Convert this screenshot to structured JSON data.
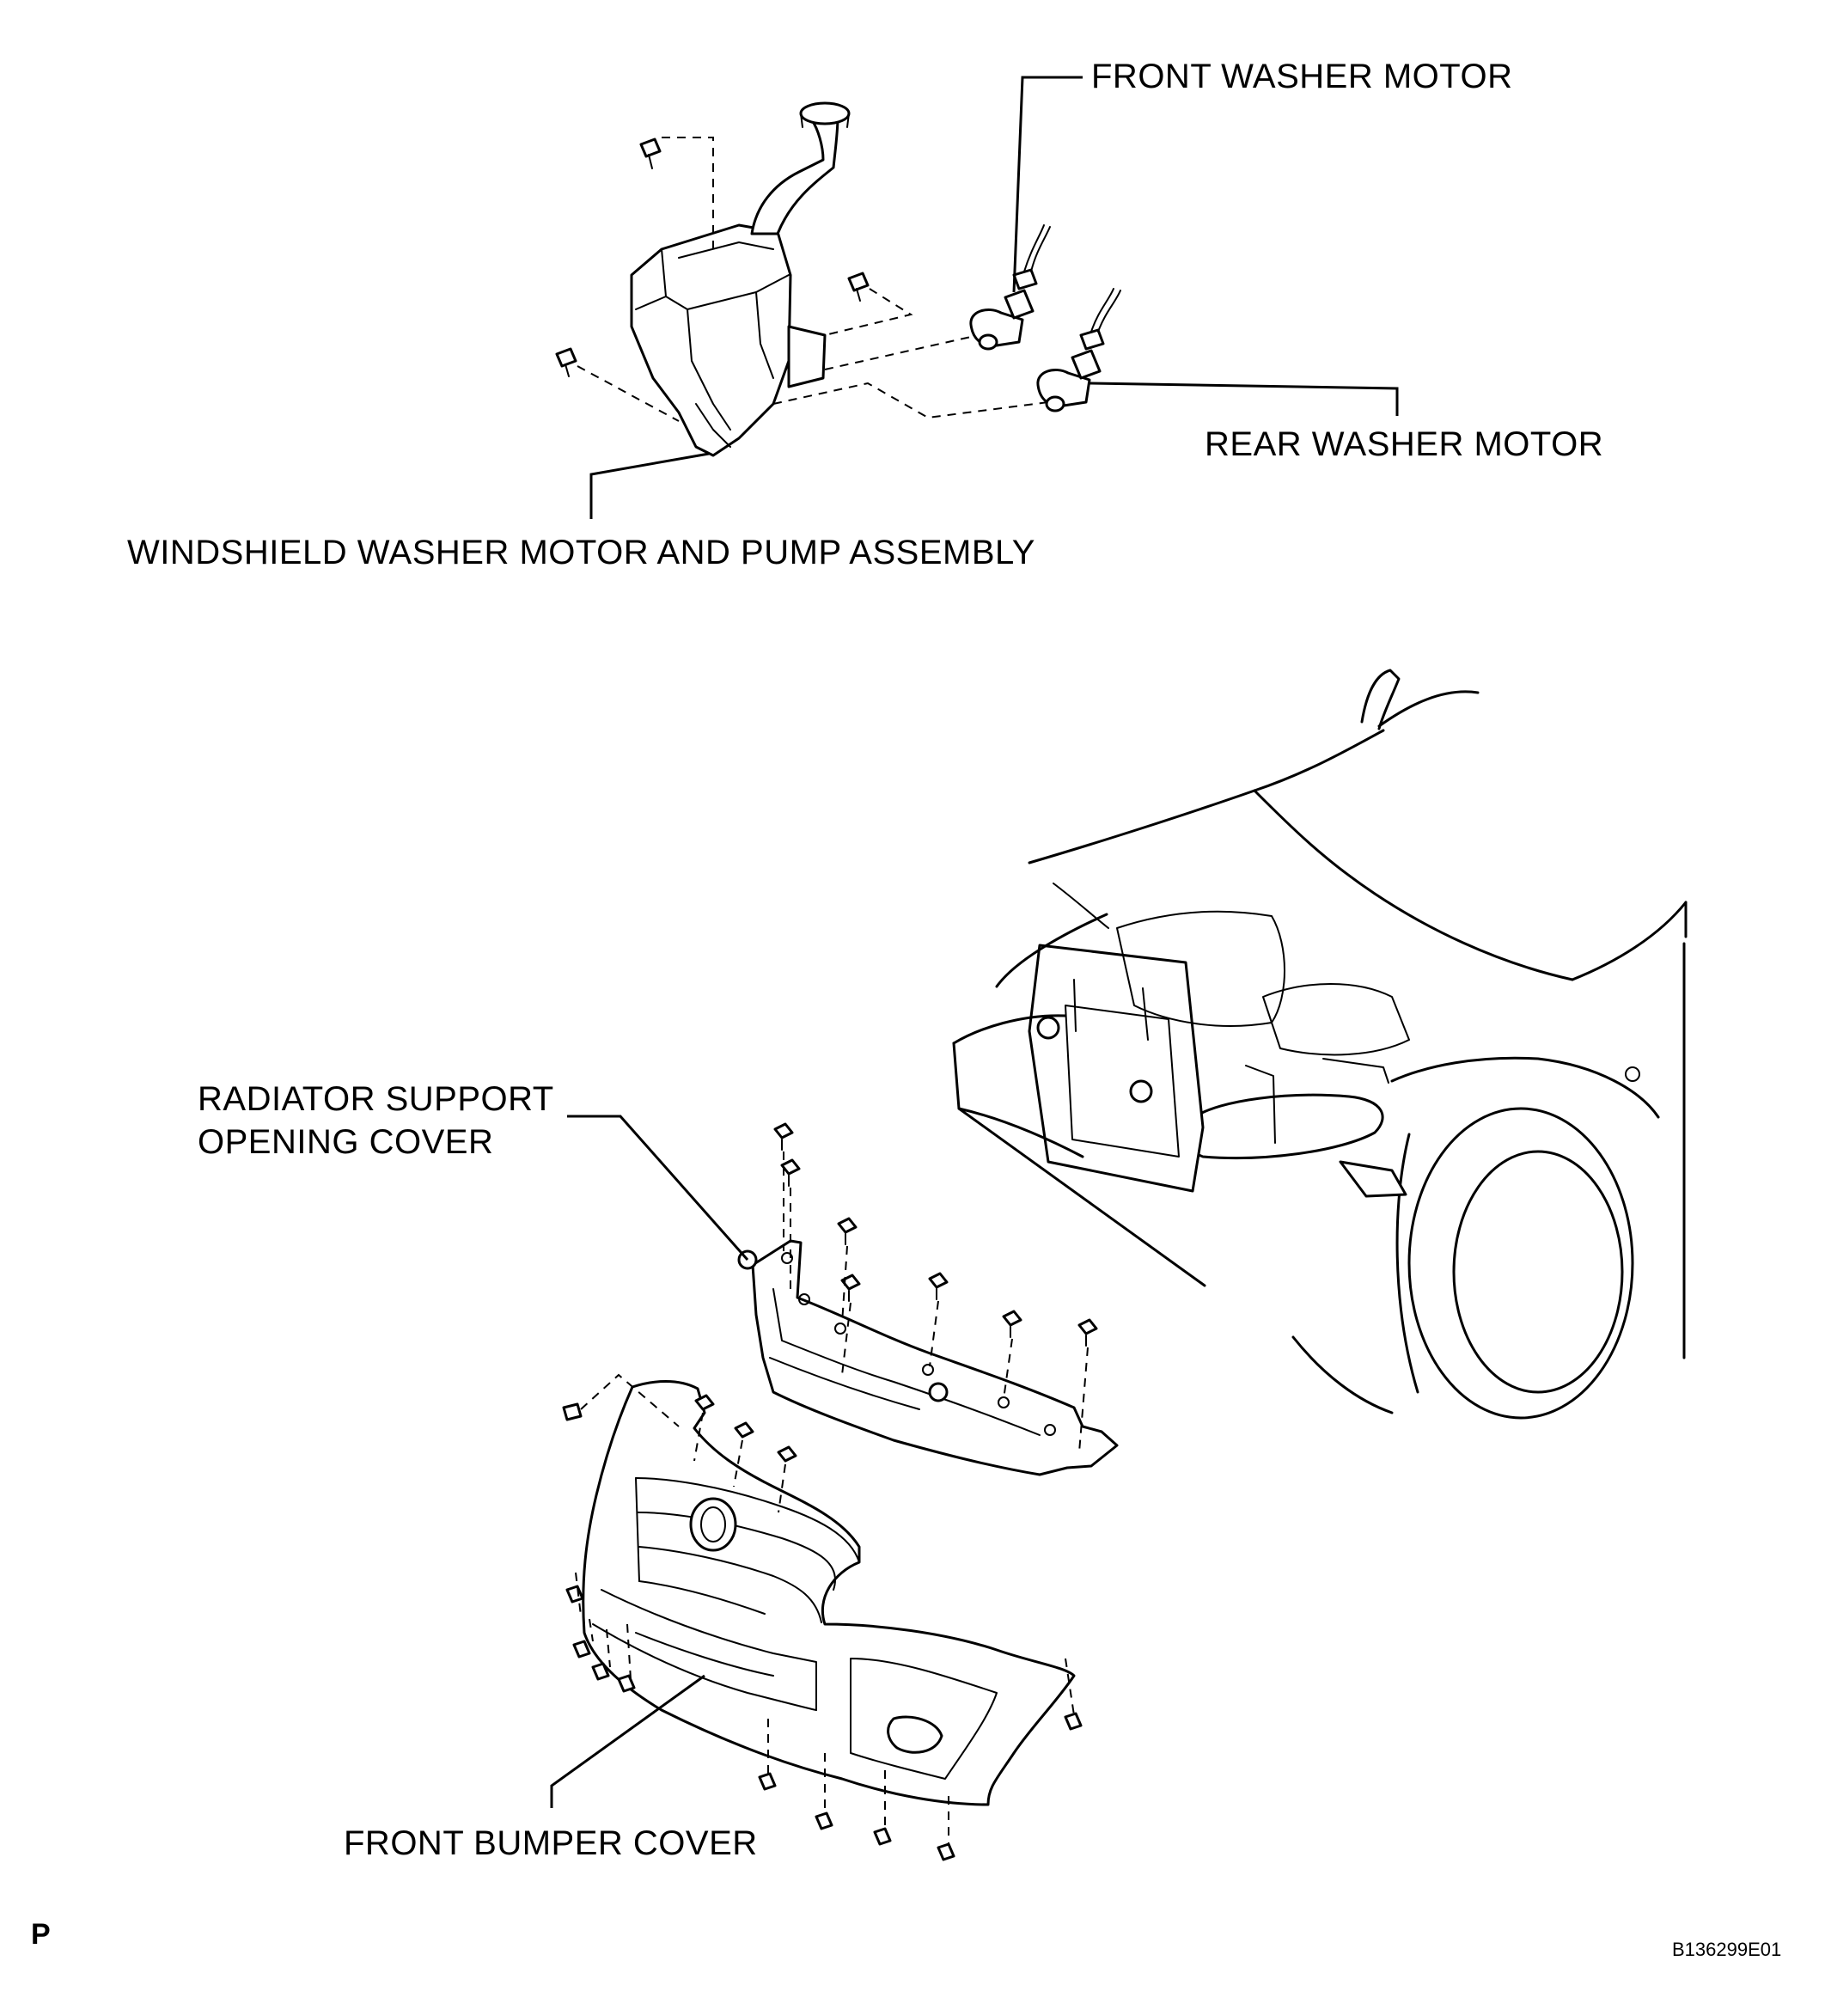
{
  "labels": {
    "front_washer_motor": "FRONT WASHER MOTOR",
    "rear_washer_motor": "REAR WASHER MOTOR",
    "washer_assembly": "WINDSHIELD WASHER MOTOR AND PUMP ASSEMBLY",
    "radiator_cover": "RADIATOR SUPPORT\nOPENING COVER",
    "front_bumper_cover": "FRONT BUMPER COVER"
  },
  "corner_mark": "P",
  "figure_code": "B136299E01"
}
